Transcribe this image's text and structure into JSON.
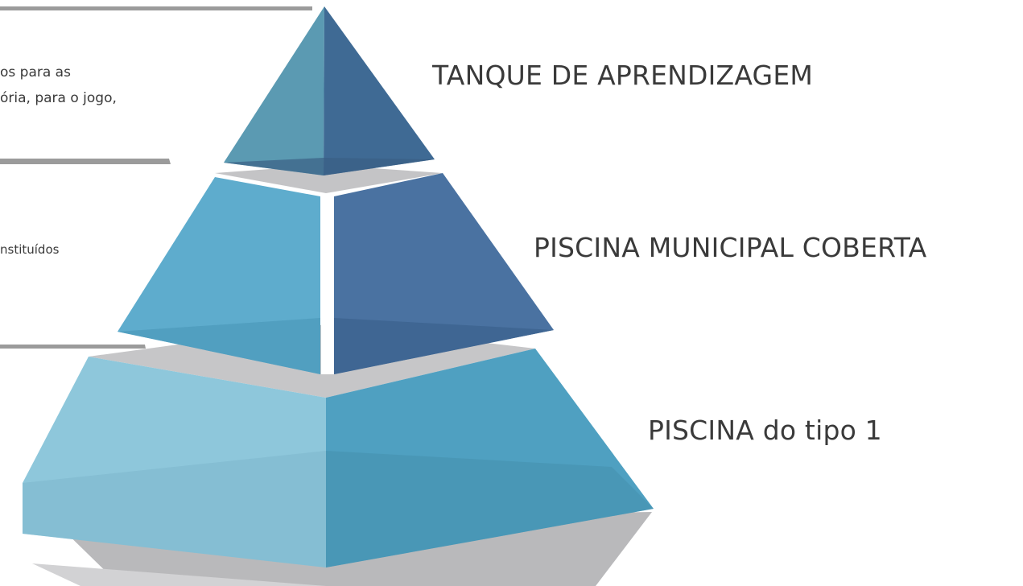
{
  "labels": {
    "top": "TANQUE DE APRENDIZAGEM",
    "middle": "PISCINA MUNICIPAL COBERTA",
    "bottom": "PISCINA do tipo 1"
  },
  "side_text": {
    "block1_line1": "os para as",
    "block1_line2": "ória, para o jogo,",
    "block2_line1": "nstituídos"
  },
  "colors": {
    "top_left": "#5b9ab2",
    "top_right": "#3f6a94",
    "mid_left": "#5aa9cb",
    "mid_right": "#4a72a1",
    "bot_left": "#8cc6da",
    "bot_right": "#4fa0c1",
    "shelf": "#c9c9cb",
    "rule": "#9b9b9b"
  }
}
